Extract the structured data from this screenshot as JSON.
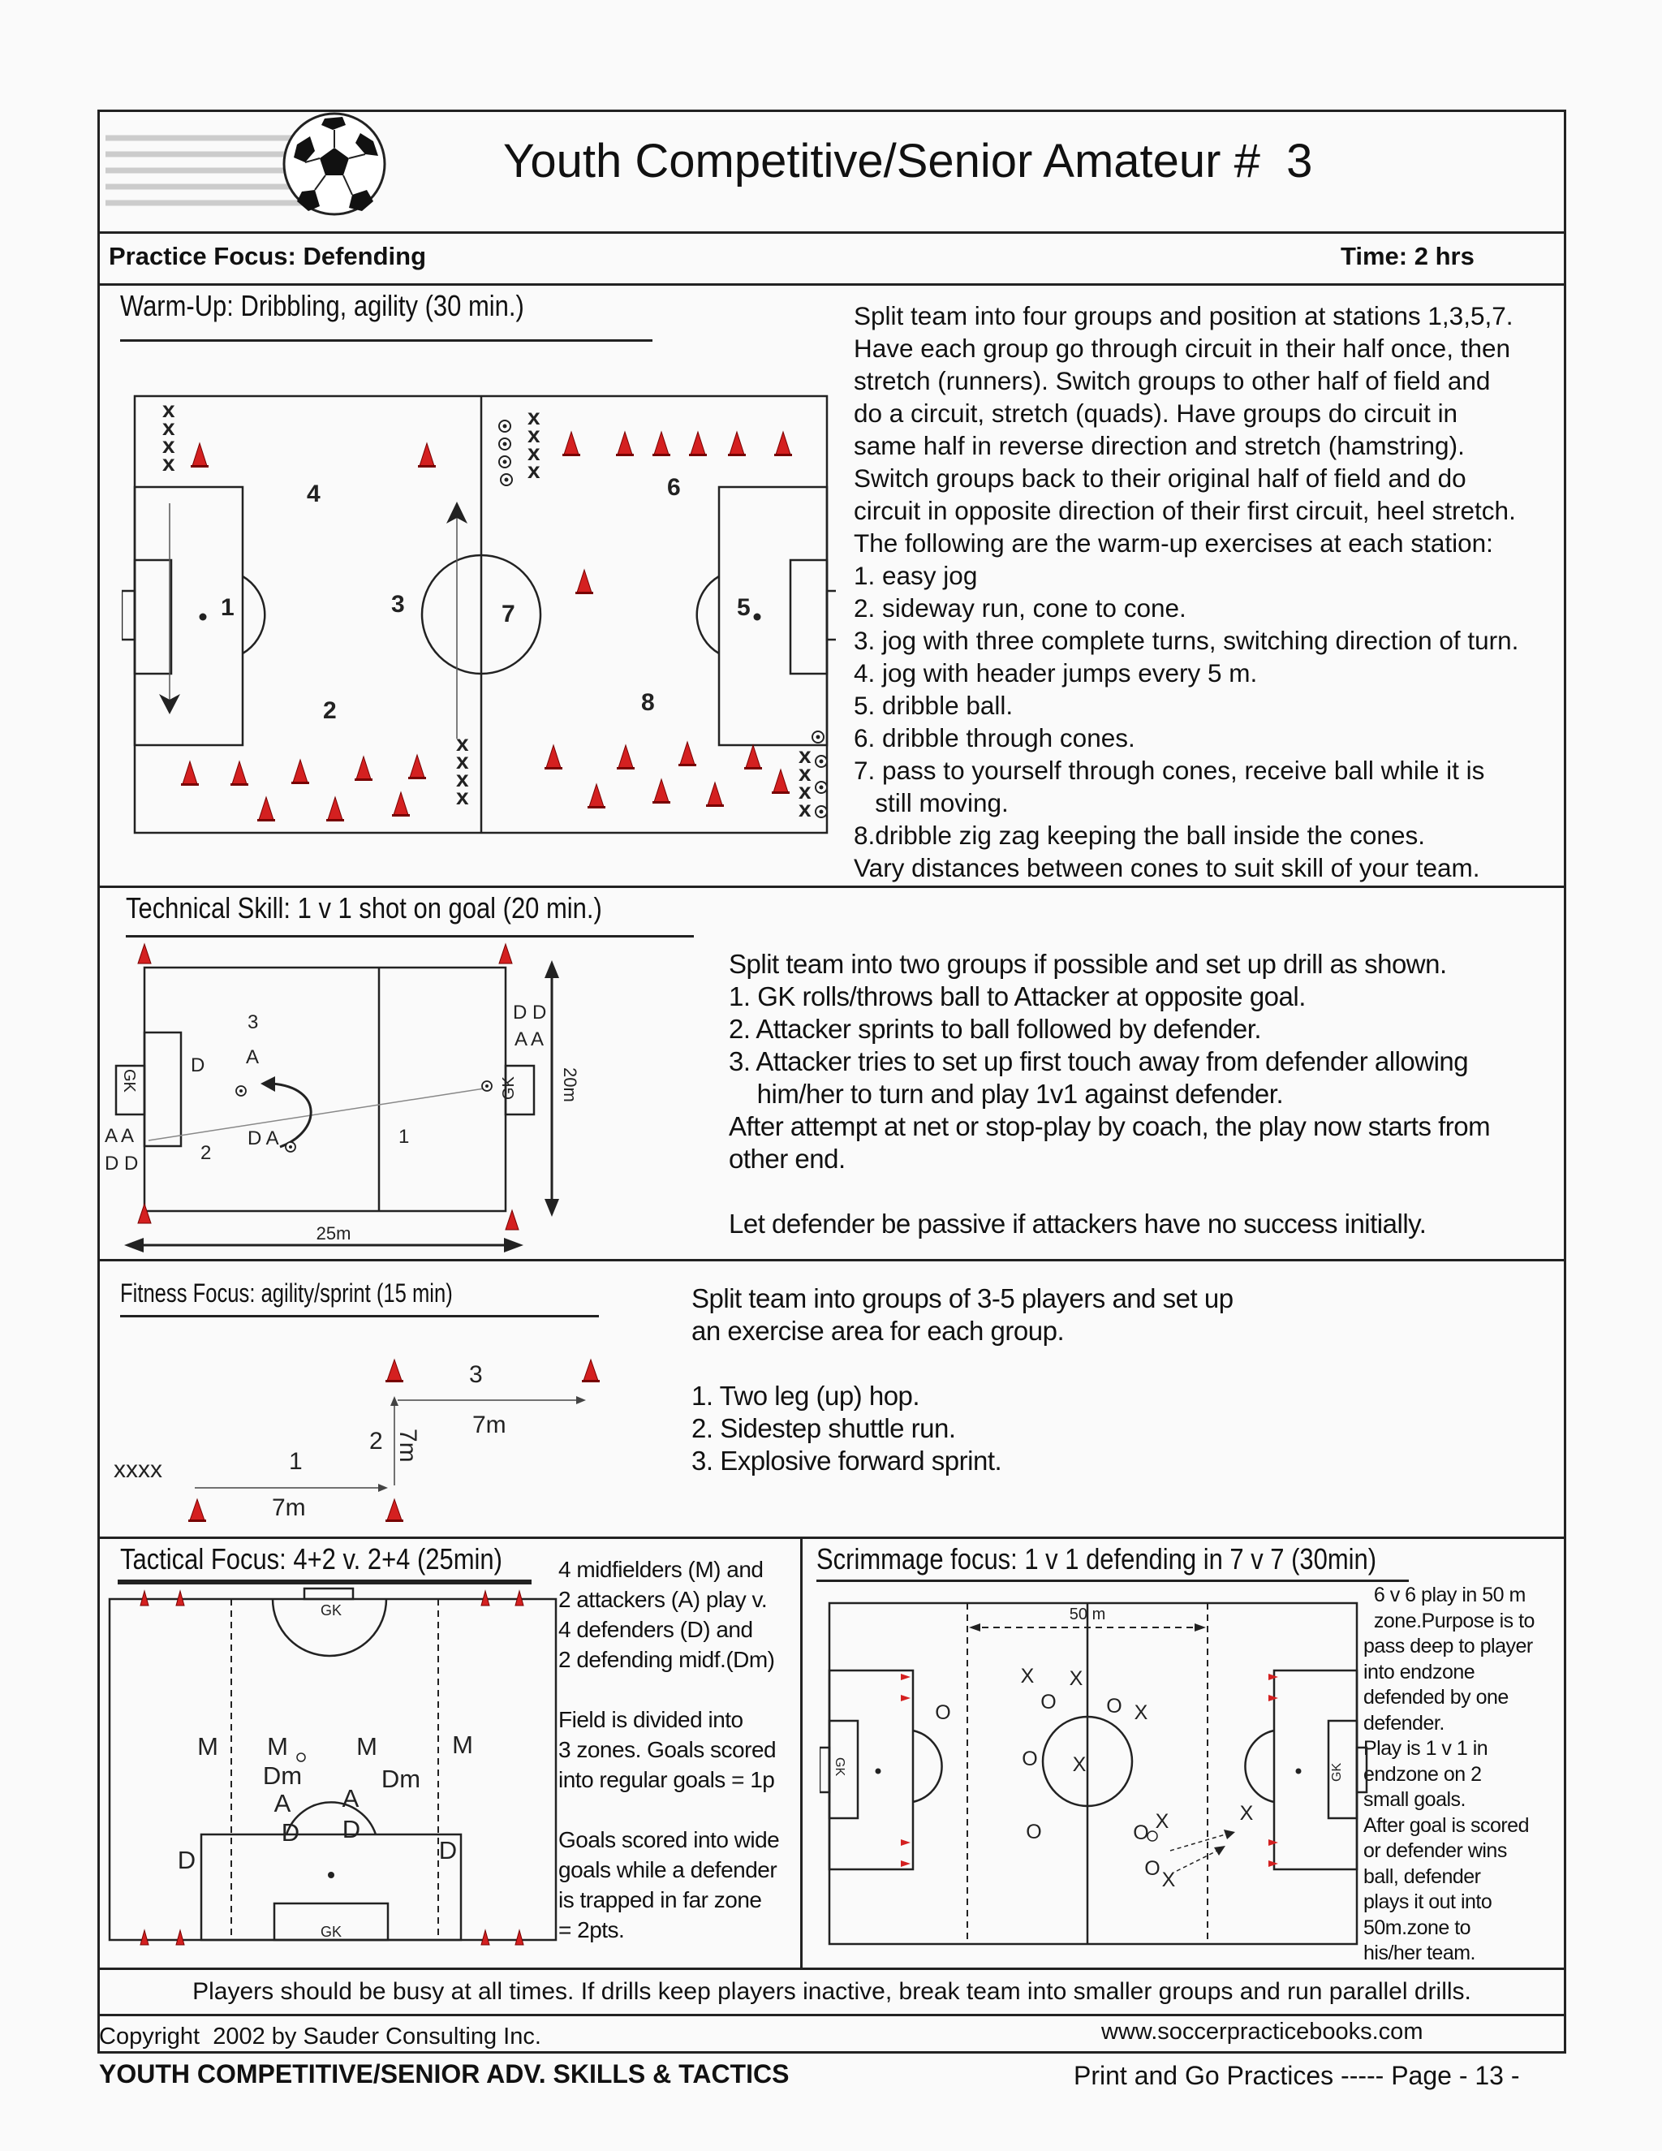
{
  "header": {
    "title": "Youth Competitive/Senior Amateur #  3",
    "focus_label": "Practice Focus:  Defending",
    "time_label": "Time: 2 hrs"
  },
  "warmup": {
    "title": "Warm-Up:  Dribbling, agility (30 min.)",
    "text": "Split team into four groups and position at stations 1,3,5,7.\nHave each group go through circuit in their half once, then\nstretch (runners). Switch groups to other half of field and\ndo a circuit, stretch (quads). Have groups do circuit in\nsame half in reverse direction and stretch (hamstring).\nSwitch groups back to their original half of field and do\ncircuit in opposite direction of their first circuit, heel stretch.\nThe following are the warm-up exercises at each station:\n1. easy jog\n2. sideway run, cone to cone.\n3. jog with three complete turns, switching direction of turn.\n4. jog with header jumps every 5 m.\n5. dribble ball.\n6. dribble through cones.\n7. pass to yourself through cones, receive ball while it is\n   still moving.\n8.dribble zig zag keeping the ball inside the cones.\nVary distances between cones to suit skill of your team.",
    "diagram": {
      "stations": [
        "1",
        "2",
        "3",
        "4",
        "5",
        "6",
        "7",
        "8"
      ],
      "player_mark": "x"
    }
  },
  "technical": {
    "title": "Technical Skill: 1 v 1 shot on goal (20 min.)",
    "text": "Split team into two groups if possible and set up drill as shown.\n1. GK rolls/throws ball to Attacker at opposite goal.\n2. Attacker sprints to ball followed by defender.\n3. Attacker tries to set up first touch away from defender allowing\n    him/her to turn and play 1v1 against defender.\nAfter attempt at net or stop-play by coach, the play now starts from\nother end.\n\nLet defender be passive if attackers have no success initially.",
    "diagram": {
      "width_label": "25m",
      "depth_label": "20m",
      "gk": "GK",
      "steps": [
        "1",
        "2",
        "3"
      ],
      "dd": "D D",
      "aa": "A A",
      "a": "A",
      "d": "D",
      "da": "D A"
    }
  },
  "fitness": {
    "title": "Fitness Focus: agility/sprint (15 min)",
    "text": "Split team into groups of 3-5 players and set up\nan exercise area for each group.\n\n1. Two leg (up) hop.\n2. Sidestep shuttle run.\n3. Explosive forward sprint.",
    "diagram": {
      "players": "xxxx",
      "steps": [
        "1",
        "2",
        "3"
      ],
      "dist": "7m"
    }
  },
  "tactical": {
    "title": "Tactical Focus: 4+2 v. 2+4 (25min)",
    "text": "4 midfielders (M) and\n2 attackers (A) play v.\n4 defenders (D) and\n2 defending midf.(Dm)\n\nField is divided into\n3 zones. Goals scored\ninto regular goals = 1p\n\nGoals scored into wide\ngoals while a defender\nis trapped in far zone\n= 2pts.",
    "diagram": {
      "gk": "GK",
      "m": "M",
      "dm": "Dm",
      "a": "A",
      "d": "D"
    }
  },
  "scrimmage": {
    "title": "Scrimmage focus: 1 v 1 defending in 7 v 7 (30min)",
    "text": "  6 v 6 play in 50 m\n  zone.Purpose is to\npass deep to player\ninto endzone\ndefended by one\ndefender.\nPlay is 1 v 1 in\nendzone on 2\nsmall goals.\nAfter goal is scored\nor defender wins\nball, defender\nplays it out into\n50m.zone to\nhis/her team.",
    "diagram": {
      "zone_label": "50 m",
      "gk": "GK",
      "x": "X",
      "o": "O"
    }
  },
  "footer": {
    "note": "Players should be busy at all times. If drills keep players inactive, break team into smaller groups and run parallel drills.",
    "copyright": "Copyright  2002 by Sauder Consulting Inc.",
    "website": "www.soccerpracticebooks.com",
    "book_title": "YOUTH COMPETITIVE/SENIOR ADV. SKILLS & TACTICS",
    "page_label": "Print and Go Practices ----- Page - 13 -"
  }
}
